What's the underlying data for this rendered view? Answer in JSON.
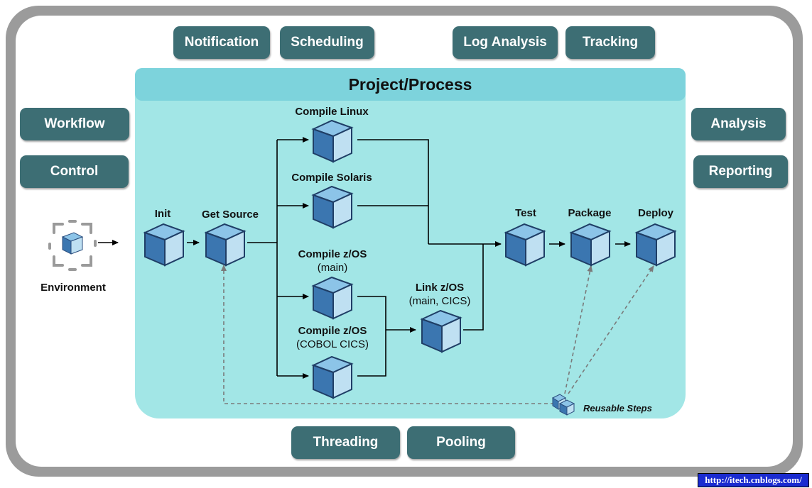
{
  "top_buttons": {
    "notification": "Notification",
    "scheduling": "Scheduling",
    "log_analysis": "Log Analysis",
    "tracking": "Tracking"
  },
  "left_buttons": {
    "workflow": "Workflow",
    "control": "Control"
  },
  "right_buttons": {
    "analysis": "Analysis",
    "reporting": "Reporting"
  },
  "bottom_buttons": {
    "threading": "Threading",
    "pooling": "Pooling"
  },
  "panel": {
    "title": "Project/Process"
  },
  "environment": {
    "label": "Environment"
  },
  "steps": {
    "init": "Init",
    "get_source": "Get Source",
    "compile_linux": "Compile Linux",
    "compile_solaris": "Compile Solaris",
    "compile_zos_main": "Compile z/OS",
    "compile_zos_main_sub": "(main)",
    "compile_zos_cics": "Compile z/OS",
    "compile_zos_cics_sub": "(COBOL CICS)",
    "link_zos": "Link z/OS",
    "link_zos_sub": "(main, CICS)",
    "test": "Test",
    "package": "Package",
    "deploy": "Deploy"
  },
  "reusable": {
    "label": "Reusable Steps"
  },
  "footer": {
    "url": "http://itech.cnblogs.com/"
  },
  "colors": {
    "button": "#3d6e74",
    "panel": "#a2e6e6",
    "panel_header": "#7dd3dc",
    "frame": "#9b9b9b",
    "cube_front": "#3b76b0",
    "cube_side": "#bfe0f2"
  }
}
